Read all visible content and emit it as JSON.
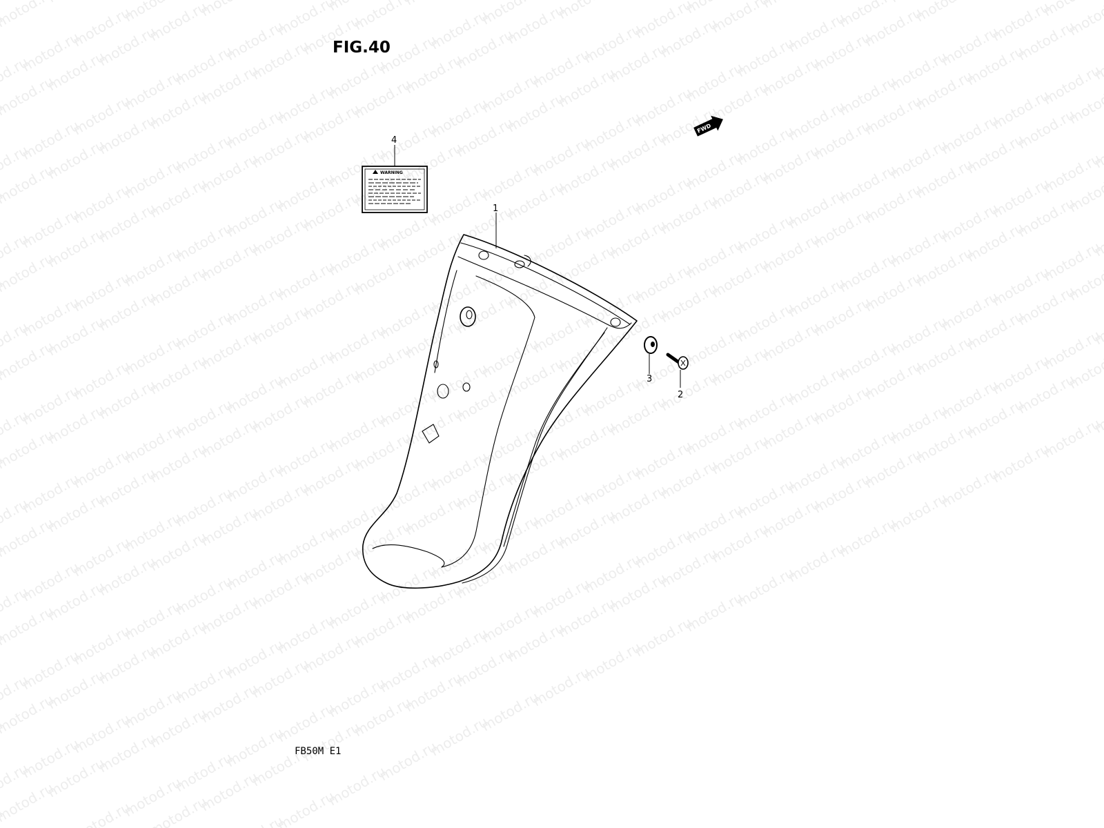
{
  "figure": {
    "title": "FIG.40",
    "model_code": "FB50M E1"
  },
  "watermark": {
    "text": "motod.ru"
  },
  "direction_badge": {
    "text": "FWD"
  },
  "warning_label": {
    "heading": "WARNING"
  },
  "callouts": [
    {
      "number": "1",
      "part": "inner-fender"
    },
    {
      "number": "2",
      "part": "screw"
    },
    {
      "number": "3",
      "part": "washer"
    },
    {
      "number": "4",
      "part": "warning-label"
    }
  ]
}
